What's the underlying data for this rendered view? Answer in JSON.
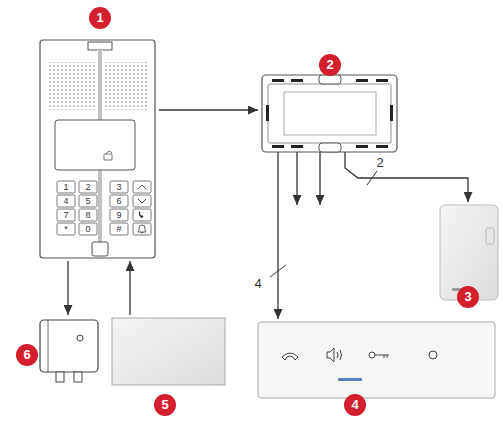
{
  "diagram": {
    "nodes": [
      {
        "text": [
          "1"
        ]
      },
      {
        "text": [
          "2"
        ]
      },
      {
        "text": [
          "3"
        ]
      },
      {
        "text": [
          "4"
        ]
      },
      {
        "text": [
          "5"
        ]
      },
      {
        "text": [
          "6"
        ]
      }
    ],
    "edges": [
      {
        "from": 0,
        "to": 1,
        "arrow": "to"
      },
      {
        "from": 1,
        "to": 2,
        "label": "2",
        "arrow": "to"
      },
      {
        "from": 1,
        "to": 3,
        "label": "4",
        "arrow": "to"
      },
      {
        "from": 0,
        "to": 5,
        "arrow": "to"
      },
      {
        "from": 4,
        "to": 0,
        "arrow": "to"
      }
    ],
    "labels": [
      "1",
      "2",
      "3",
      "4",
      "5",
      "6",
      "7",
      "8",
      "9",
      "*",
      "0",
      "#"
    ]
  }
}
